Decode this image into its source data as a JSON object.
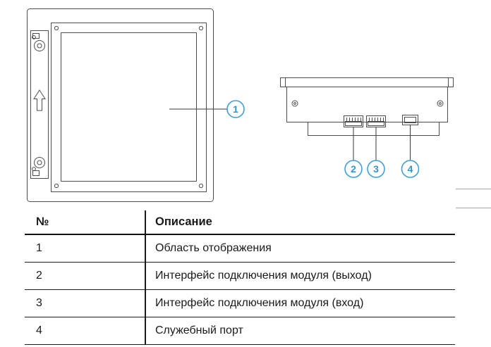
{
  "figure": {
    "callouts": [
      {
        "num": "1"
      },
      {
        "num": "2"
      },
      {
        "num": "3"
      },
      {
        "num": "4"
      }
    ]
  },
  "table": {
    "headers": [
      "№",
      "Описание"
    ],
    "rows": [
      [
        "1",
        "Область отображения"
      ],
      [
        "2",
        "Интерфейс подключения модуля (выход)"
      ],
      [
        "3",
        "Интерфейс подключения модуля (вход)"
      ],
      [
        "4",
        "Служебный порт"
      ]
    ]
  },
  "colors": {
    "callout_blue": "#3f9fd4",
    "drawing_stroke": "#4d4d4d"
  }
}
